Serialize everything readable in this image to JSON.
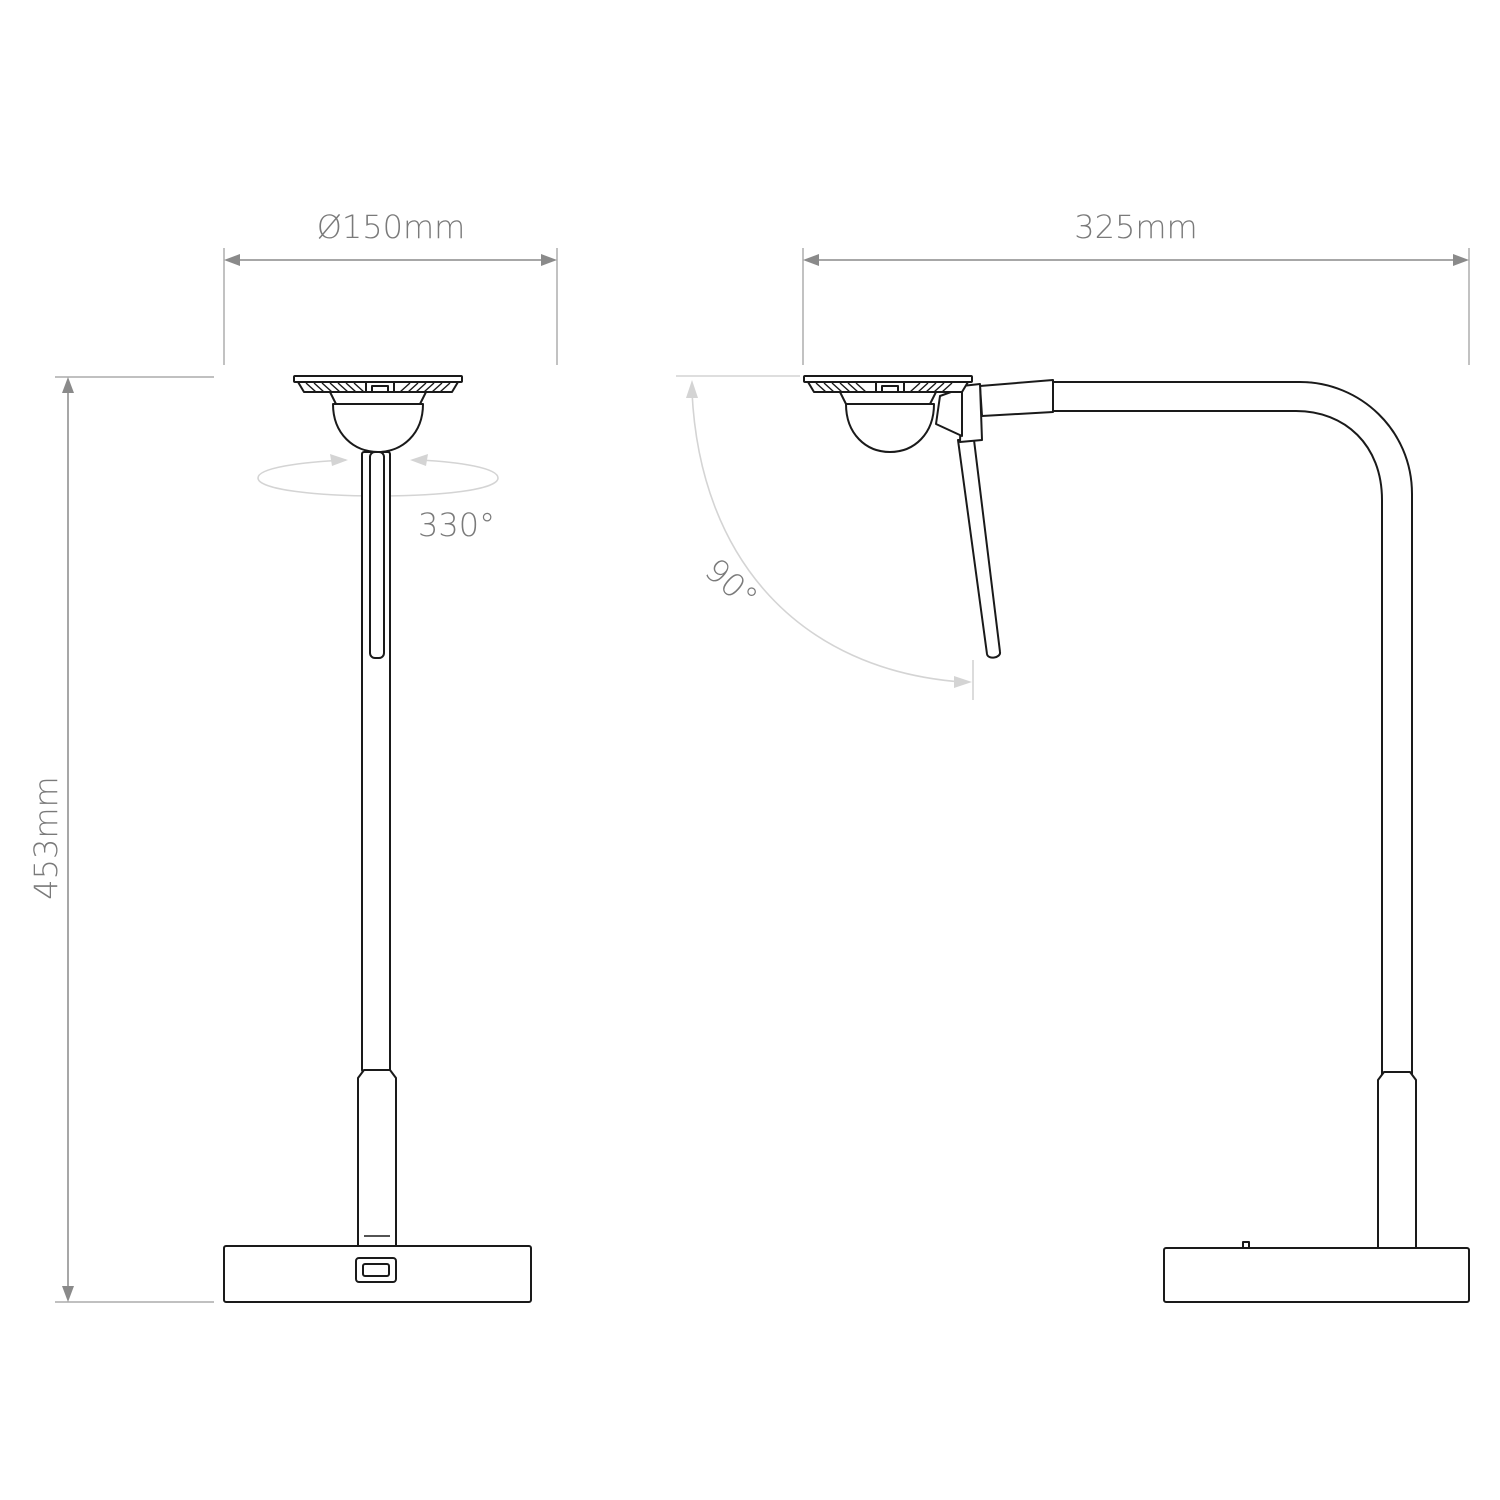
{
  "dimensions": {
    "diameter_label": "Ø150mm",
    "width_label": "325mm",
    "height_label": "453mm"
  },
  "angles": {
    "rotation_label": "330°",
    "tilt_label": "90°"
  },
  "colors": {
    "line": "#1a1a1a",
    "dimension": "#8a8a8a",
    "ghost": "#d4d4d4",
    "background": "#ffffff"
  }
}
